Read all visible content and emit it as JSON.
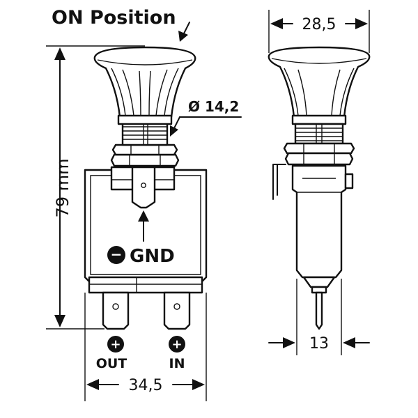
{
  "title": "ON Position",
  "labels": {
    "diameter": "Ø 14,2",
    "height": "79 mm",
    "width_front": "34,5",
    "width_side": "28,5",
    "depth_side": "13",
    "gnd": "GND",
    "out": "OUT",
    "in": "IN",
    "minus_symbol": "−",
    "plus_symbol": "+"
  },
  "colors": {
    "ink": "#111111",
    "background": "#ffffff"
  }
}
